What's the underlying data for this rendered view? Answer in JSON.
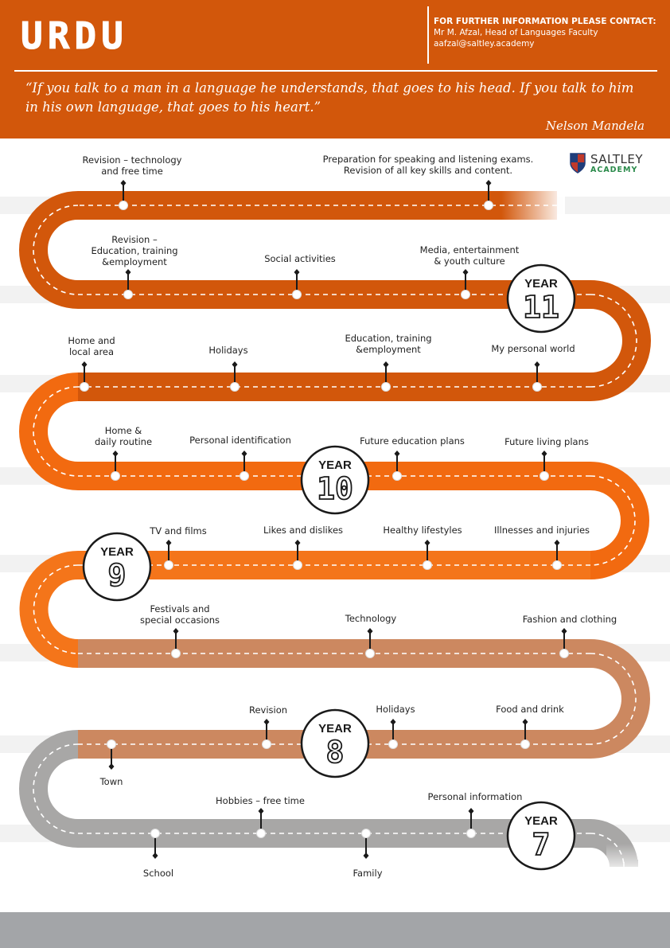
{
  "header": {
    "title": "URDU",
    "contact_heading": "FOR FURTHER INFORMATION PLEASE CONTACT:",
    "contact_name": "Mr M. Afzal,  Head of Languages Faculty",
    "contact_email": "aafzal@saltley.academy",
    "quote": "“If you talk to a man in a language he understands, that goes to his head. If you talk to him in his own language, that goes to his heart.”",
    "quote_author": "Nelson Mandela"
  },
  "logo": {
    "name": "SALTLEY",
    "sub": "ACADEMY",
    "icon": "shield-icon"
  },
  "colors": {
    "header": "#d2570b",
    "y11": "#d2570b",
    "y10": "#f26a10",
    "y9": "#f4751a",
    "y8": "#cc8860",
    "y7": "#a8a7a6",
    "footer": "#a3a5a8"
  },
  "years": [
    {
      "label": "YEAR",
      "number": "11"
    },
    {
      "label": "YEAR",
      "number": "10"
    },
    {
      "label": "YEAR",
      "number": "9"
    },
    {
      "label": "YEAR",
      "number": "8"
    },
    {
      "label": "YEAR",
      "number": "7"
    }
  ],
  "topics": [
    {
      "text": "Revision – technology\nand free time"
    },
    {
      "text": "Preparation for speaking and listening exams.\nRevision of all key skills and content."
    },
    {
      "text": "Revision –\nEducation, training\n&employment"
    },
    {
      "text": "Social activities"
    },
    {
      "text": "Media, entertainment\n& youth culture"
    },
    {
      "text": "Home and\nlocal area"
    },
    {
      "text": "Holidays"
    },
    {
      "text": "Education, training\n&employment"
    },
    {
      "text": "My personal world"
    },
    {
      "text": "Home &\ndaily routine"
    },
    {
      "text": "Personal identification"
    },
    {
      "text": "Future education plans"
    },
    {
      "text": "Future living plans"
    },
    {
      "text": "TV and films"
    },
    {
      "text": "Likes and dislikes"
    },
    {
      "text": "Healthy lifestyles"
    },
    {
      "text": "Illnesses and injuries"
    },
    {
      "text": "Festivals and\nspecial occasions"
    },
    {
      "text": "Technology"
    },
    {
      "text": "Fashion and clothing"
    },
    {
      "text": "Revision"
    },
    {
      "text": "Holidays"
    },
    {
      "text": "Food and drink"
    },
    {
      "text": "Town"
    },
    {
      "text": "Hobbies – free time"
    },
    {
      "text": "Personal information"
    },
    {
      "text": "School"
    },
    {
      "text": "Family"
    }
  ]
}
